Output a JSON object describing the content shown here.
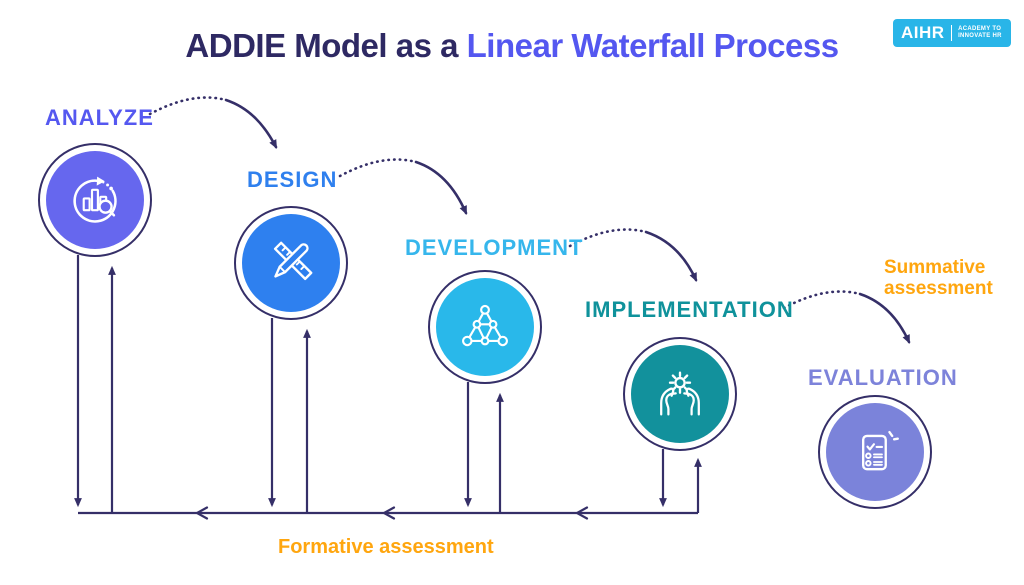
{
  "header": {
    "title_prefix": "ADDIE Model as a ",
    "title_highlight": "Linear Waterfall Process",
    "title_prefix_color": "#2e2963",
    "title_highlight_color": "#5457f0"
  },
  "logo": {
    "brand": "AIHR",
    "tagline_top": "ACADEMY TO",
    "tagline_bottom": "INNOVATE HR",
    "bg_color": "#29b5e8"
  },
  "stages": [
    {
      "label": "ANALYZE",
      "label_color": "#5558f0",
      "fill": "#6667ee",
      "icon": "bar-chart-search-icon"
    },
    {
      "label": "DESIGN",
      "label_color": "#2f80ee",
      "fill": "#2e80ef",
      "icon": "pencil-ruler-icon"
    },
    {
      "label": "DEVELOPMENT",
      "label_color": "#36b6ec",
      "fill": "#29b8ea",
      "icon": "network-nodes-icon"
    },
    {
      "label": "IMPLEMENTATION",
      "label_color": "#0f929b",
      "fill": "#12919c",
      "icon": "hands-gear-icon"
    },
    {
      "label": "EVALUATION",
      "label_color": "#7d83da",
      "fill": "#7b83da",
      "icon": "checklist-icon"
    }
  ],
  "annotations": {
    "formative_label": "Formative assessment",
    "summative_label": "Summative assessment",
    "annotation_color": "#ffa60f"
  },
  "diagram": {
    "line_color": "#352f68"
  }
}
